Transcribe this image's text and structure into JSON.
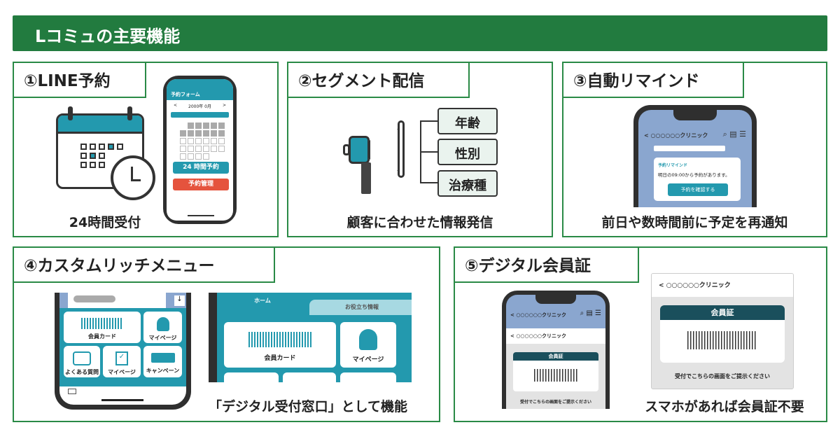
{
  "title": "Lコミュの主要機能",
  "panels": [
    {
      "label": "①LINE予約",
      "caption": "24時間受付",
      "phone": {
        "header": "予約フォーム",
        "month_nav": {
          "prev": "<",
          "value": "2000年 0月",
          "next": ">"
        },
        "btn_primary": "24 時間予約",
        "btn_secondary": "予約管理"
      }
    },
    {
      "label": "②セグメント配信",
      "caption": "顧客に合わせた情報発信",
      "segments": [
        "年齢",
        "性別",
        "治療種"
      ]
    },
    {
      "label": "③自動リマインド",
      "caption": "前日や数時間前に予定を再通知",
      "phone": {
        "chat_title": "○○○○○○クリニック",
        "msg_title": "予約リマインド",
        "msg_body": "明日の09:00から予約があります。",
        "msg_button": "予約を確認する"
      }
    },
    {
      "label": "④カスタムリッチメニュー",
      "caption": "「デジタル受付窓口」として機能",
      "menu_small": [
        "会員カード",
        "マイページ",
        "よくある質問",
        "マイページ",
        "キャンペーン"
      ],
      "menu_large": {
        "tabs": [
          "ホーム",
          "お役立ち情報"
        ],
        "tiles": [
          "会員カード",
          "マイページ"
        ]
      }
    },
    {
      "label": "⑤デジタル会員証",
      "caption": "スマホがあれば会員証不要",
      "phone": {
        "chat_title": "○○○○○○クリニック",
        "inner_title": "○○○○○○クリニック",
        "card_title": "会員証",
        "note": "受付でこちらの画面をご提示ください"
      },
      "card": {
        "title": "○○○○○○クリニック",
        "card_title": "会員証",
        "note": "受付でこちらの画面をご提示ください"
      }
    }
  ],
  "colors": {
    "green": "#227b3f",
    "teal": "#2399ae",
    "dark_teal": "#1a4f5c",
    "red": "#e5533d",
    "chat_bg": "#8aa6cf"
  }
}
